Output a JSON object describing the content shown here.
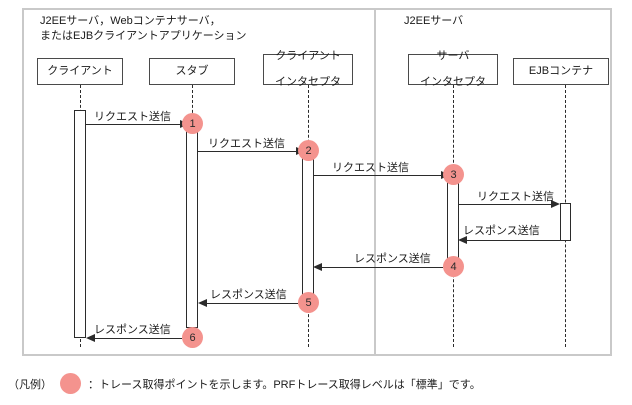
{
  "diagram": {
    "panels": [
      {
        "name": "client-side",
        "caption": "J2EEサーバ，Webコンテナサーバ，\nまたはEJBクライアントアプリケーション"
      },
      {
        "name": "server-side",
        "caption": "J2EEサーバ"
      }
    ],
    "panel_caption_left_line1": "J2EEサーバ，Webコンテナサーバ，",
    "panel_caption_left_line2": "またはEJBクライアントアプリケーション",
    "panel_caption_right": "J2EEサーバ",
    "participants": [
      {
        "id": "client",
        "label_line1": "クライアント",
        "label_line2": ""
      },
      {
        "id": "stub",
        "label_line1": "スタブ",
        "label_line2": ""
      },
      {
        "id": "client-interceptor",
        "label_line1": "クライアント",
        "label_line2": "インタセプタ"
      },
      {
        "id": "server-interceptor",
        "label_line1": "サーバ",
        "label_line2": "インタセプタ"
      },
      {
        "id": "ejb-container",
        "label_line1": "EJBコンテナ",
        "label_line2": ""
      }
    ],
    "messages": [
      {
        "seq": 1,
        "label": "リクエスト送信",
        "from": "client",
        "to": "stub",
        "direction": "right",
        "trace_point": "1"
      },
      {
        "seq": 2,
        "label": "リクエスト送信",
        "from": "stub",
        "to": "client-interceptor",
        "direction": "right",
        "trace_point": "2"
      },
      {
        "seq": 3,
        "label": "リクエスト送信",
        "from": "client-interceptor",
        "to": "server-interceptor",
        "direction": "right",
        "trace_point": "3"
      },
      {
        "seq": 4,
        "label": "リクエスト送信",
        "from": "server-interceptor",
        "to": "ejb-container",
        "direction": "right",
        "trace_point": ""
      },
      {
        "seq": 5,
        "label": "レスポンス送信",
        "from": "ejb-container",
        "to": "server-interceptor",
        "direction": "left",
        "trace_point": ""
      },
      {
        "seq": 6,
        "label": "レスポンス送信",
        "from": "server-interceptor",
        "to": "client-interceptor",
        "direction": "left",
        "trace_point": "4"
      },
      {
        "seq": 7,
        "label": "レスポンス送信",
        "from": "client-interceptor",
        "to": "stub",
        "direction": "left",
        "trace_point": "5"
      },
      {
        "seq": 8,
        "label": "レスポンス送信",
        "from": "stub",
        "to": "client",
        "direction": "left",
        "trace_point": "6"
      }
    ],
    "trace_points": [
      "1",
      "2",
      "3",
      "4",
      "5",
      "6"
    ],
    "legend": {
      "title": "（凡例）",
      "text": "：トレース取得ポイントを示します。PRFトレース取得レベルは「標準」です。"
    },
    "colors": {
      "trace_point_fill": "#f4938e",
      "line": "#2b2b2b",
      "panel_border": "#c9c9c9",
      "box_border": "#4a4a4a",
      "background": "#ffffff"
    }
  }
}
